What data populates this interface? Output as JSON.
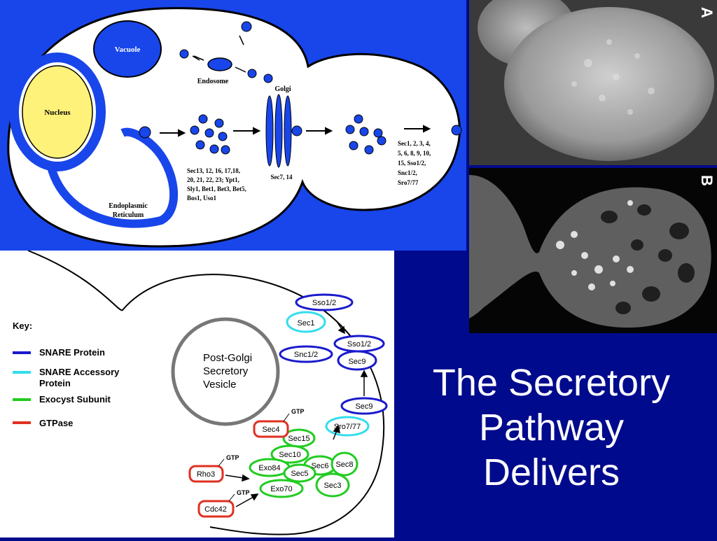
{
  "slide": {
    "title_lines": [
      "The Secretory",
      "Pathway",
      "Delivers"
    ]
  },
  "top_diagram": {
    "vacuole": "Vacuole",
    "endosome": "Endosome",
    "golgi": "Golgi",
    "nucleus": "Nucleus",
    "er_line1": "Endoplasmic",
    "er_line2": "Reticulum",
    "er_genes": [
      "Sec13, 12, 16, 17,18,",
      "20, 21, 22, 23; Ypt1,",
      "Sly1, Bet1, Bet3, Bet5,",
      "Bos1, Uso1"
    ],
    "golgi_genes": "Sec7, 14",
    "late_genes": [
      "Sec1, 2, 3, 4,",
      "5, 6, 8, 9, 10,",
      "15, Sso1/2,",
      "Snc1/2,",
      "Sro7/77"
    ]
  },
  "bottom_diagram": {
    "key_title": "Key:",
    "key_items": [
      {
        "label_lines": [
          "SNARE Protein"
        ],
        "color": "#1a1acc"
      },
      {
        "label_lines": [
          "SNARE Accessory",
          "Protein"
        ],
        "color": "#33ddee"
      },
      {
        "label_lines": [
          "Exocyst Subunit"
        ],
        "color": "#22cc22"
      },
      {
        "label_lines": [
          "GTPase"
        ],
        "color": "#e03020"
      }
    ],
    "vesicle_lines": [
      "Post-Golgi",
      "Secretory",
      "Vesicle"
    ],
    "proteins": {
      "sso12_top": "Sso1/2",
      "sec1": "Sec1",
      "snc12": "Snc1/2",
      "sso12_mid": "Sso1/2",
      "sec9_mid": "Sec9",
      "sec9_low": "Sec9",
      "sro777": "Sro7/77",
      "sec4": "Sec4",
      "sec15": "Sec15",
      "sec10": "Sec10",
      "exo84": "Exo84",
      "sec6": "Sec6",
      "sec8": "Sec8",
      "sec5": "Sec5",
      "exo70": "Exo70",
      "sec3": "Sec3",
      "rho3": "Rho3",
      "cdc42": "Cdc42"
    },
    "gtp": "GTP"
  },
  "micrographs": {
    "a_label": "A",
    "b_label": "B"
  }
}
